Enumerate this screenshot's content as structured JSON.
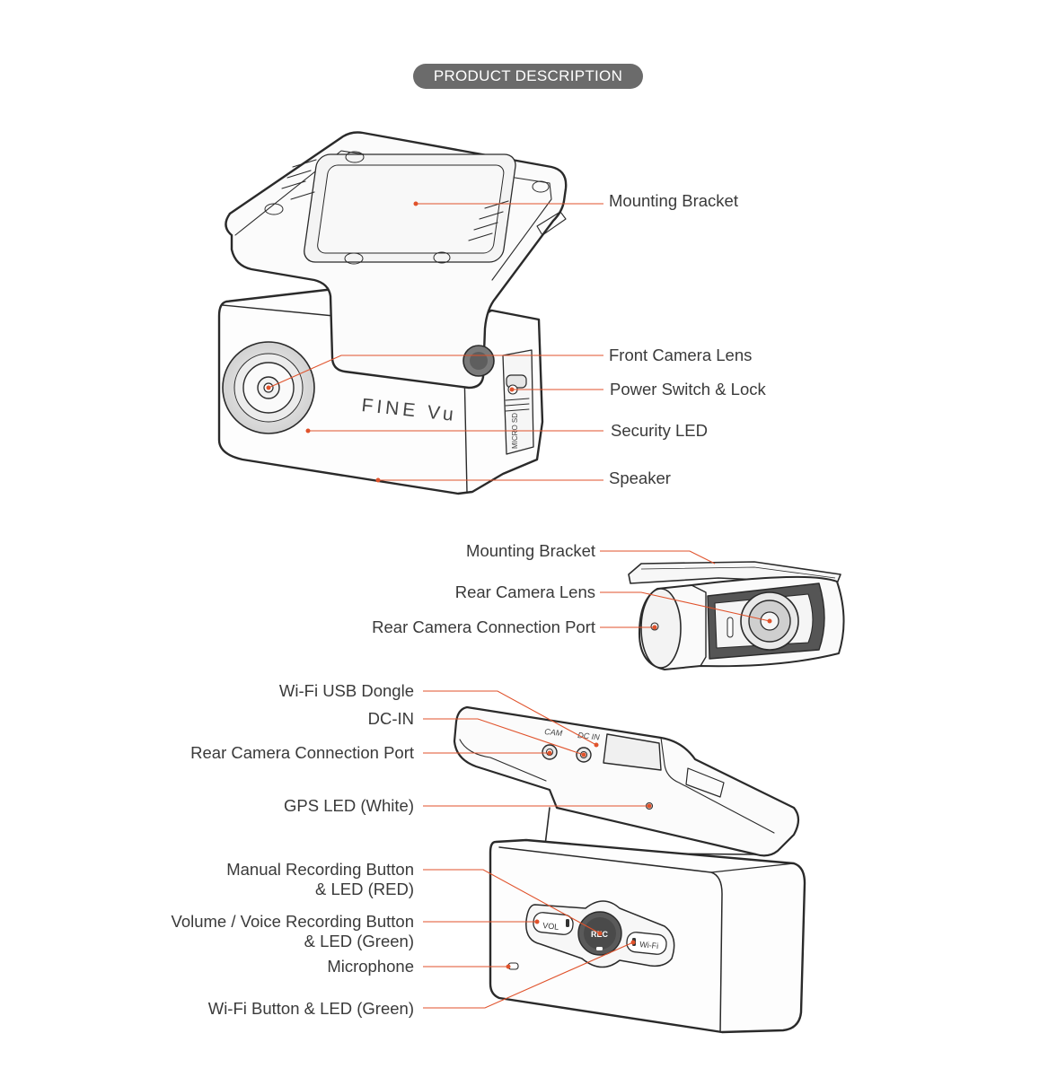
{
  "header": {
    "title": "PRODUCT DESCRIPTION"
  },
  "colors": {
    "callout_line": "#e0522b",
    "outline": "#2a2a2a",
    "header_bg": "#6b6b6b"
  },
  "front_camera": {
    "brand_text": "FINE Vu",
    "side_label": "MICRO SD",
    "labels": {
      "mounting_bracket": "Mounting Bracket",
      "lens": "Front Camera Lens",
      "power_switch": "Power Switch & Lock",
      "security_led": "Security LED",
      "speaker": "Speaker"
    }
  },
  "rear_camera": {
    "labels": {
      "mounting_bracket": "Mounting Bracket",
      "lens": "Rear Camera Lens",
      "connection_port": "Rear Camera Connection Port"
    }
  },
  "control_unit": {
    "port_labels": {
      "cam": "CAM",
      "dc_in": "DC IN"
    },
    "button_labels": {
      "vol": "VOL",
      "rec": "REC",
      "wifi": "Wi-Fi"
    },
    "labels": {
      "wifi_dongle": "Wi-Fi USB Dongle",
      "dc_in": "DC-IN",
      "rear_port": "Rear Camera Connection Port",
      "gps_led": "GPS LED (White)",
      "manual_rec_1": "Manual Recording Button",
      "manual_rec_2": "& LED (RED)",
      "volume_1": "Volume / Voice Recording Button",
      "volume_2": "& LED (Green)",
      "microphone": "Microphone",
      "wifi_button": "Wi-Fi Button & LED (Green)"
    }
  }
}
